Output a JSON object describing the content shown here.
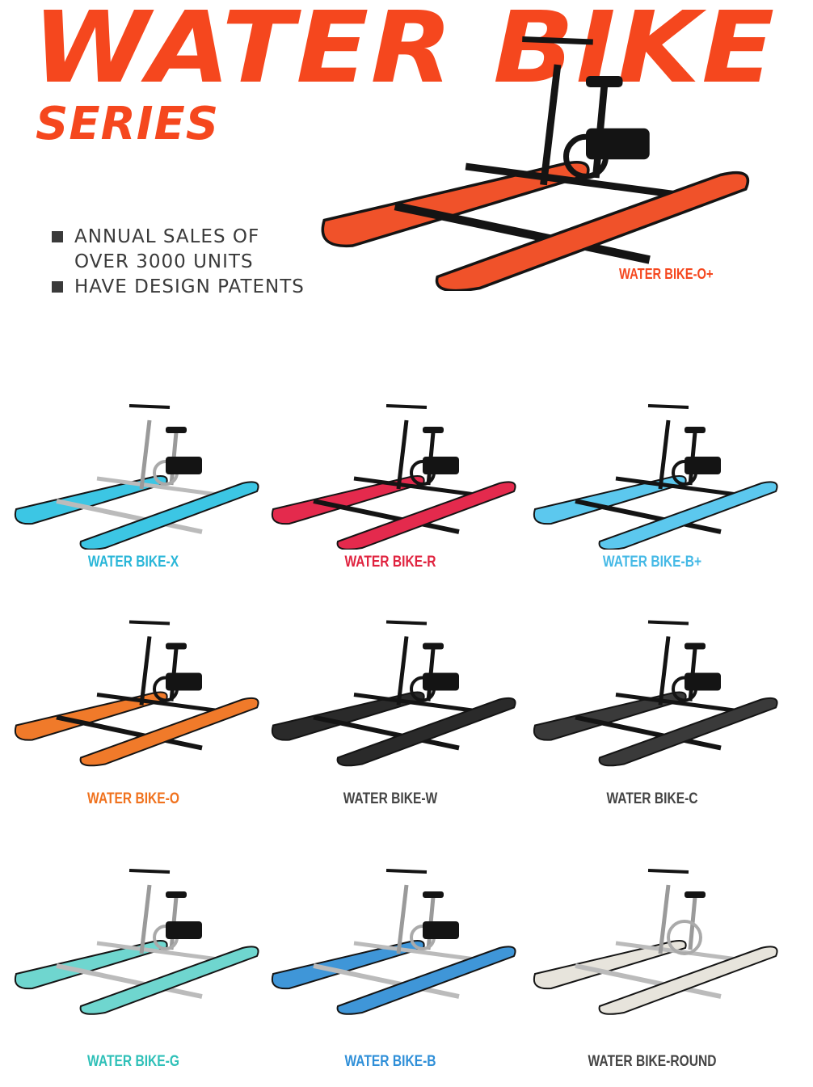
{
  "header": {
    "title": "WATER BIKE",
    "subtitle": "SERIES",
    "title_color": "#f5471e"
  },
  "highlights": [
    "ANNUAL SALES OF\nOVER 3000 UNITS",
    "HAVE DESIGN PATENTS"
  ],
  "featured": {
    "label": "WATER BIKE-O+",
    "label_color": "#f5471e",
    "hull_color": "#f0522a"
  },
  "products": [
    {
      "label": "WATER BIKE-X",
      "label_color": "#29b6d8",
      "hull_color": "#3cc6e4",
      "frame_color": "#f2f2f2"
    },
    {
      "label": "WATER BIKE-R",
      "label_color": "#e0233f",
      "hull_color": "#e42a4d",
      "frame_color": "#1a1a1a"
    },
    {
      "label": "WATER BIKE-B+",
      "label_color": "#45b9e6",
      "hull_color": "#5cc8ee",
      "frame_color": "#1a1a1a"
    },
    {
      "label": "WATER BIKE-O",
      "label_color": "#f0721e",
      "hull_color": "#f07a2a",
      "frame_color": "#1a1a1a"
    },
    {
      "label": "WATER BIKE-W",
      "label_color": "#444444",
      "hull_color": "#2a2a2a",
      "frame_color": "#1a1a1a"
    },
    {
      "label": "WATER BIKE-C",
      "label_color": "#444444",
      "hull_color": "#3a3a3a",
      "frame_color": "#1a1a1a"
    },
    {
      "label": "WATER BIKE-G",
      "label_color": "#2fc0b8",
      "hull_color": "#6fd6cf",
      "frame_color": "#f2f2f2"
    },
    {
      "label": "WATER BIKE-B",
      "label_color": "#2f8fd8",
      "hull_color": "#3f96d8",
      "frame_color": "#f2f2f2"
    },
    {
      "label": "WATER BIKE-ROUND",
      "label_color": "#444444",
      "hull_color": "#e7e4dc",
      "frame_color": "#e8e8e8"
    }
  ]
}
